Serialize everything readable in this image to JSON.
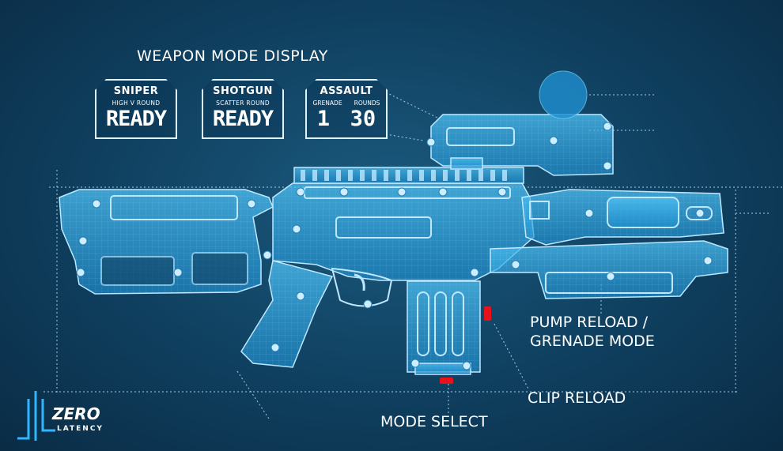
{
  "title": "WEAPON MODE DISPLAY",
  "modes": [
    {
      "name": "SNIPER",
      "sub": "HIGH V ROUND",
      "status": "READY"
    },
    {
      "name": "SHOTGUN",
      "sub": "SCATTER ROUND",
      "status": "READY"
    },
    {
      "name": "ASSAULT",
      "grenade_label": "GRENADE",
      "rounds_label": "ROUNDS",
      "grenade_value": "1",
      "rounds_value": "30"
    }
  ],
  "callouts": {
    "pump": "PUMP RELOAD /\nGRENADE MODE",
    "clip": "CLIP RELOAD",
    "mode": "MODE SELECT"
  },
  "logo": {
    "brand": "ZERO",
    "tagline": "LATENCY"
  },
  "colors": {
    "background": "#0f3f5f",
    "blueprint": "#3fb3ec",
    "line": "#bfe8ff",
    "button": "#e8121c"
  }
}
